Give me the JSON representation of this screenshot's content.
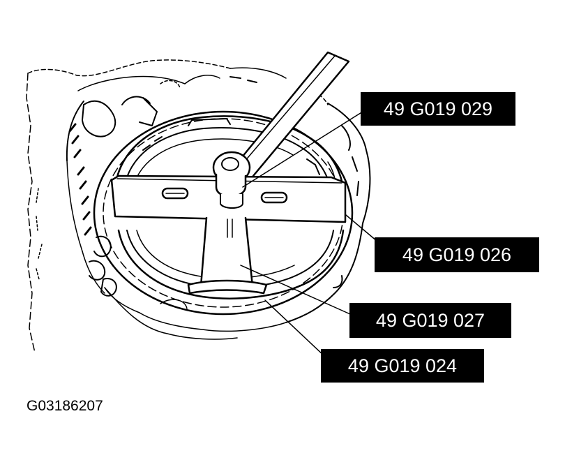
{
  "callouts": [
    {
      "id": "029",
      "text": "49 G019 029"
    },
    {
      "id": "026",
      "text": "49 G019 026"
    },
    {
      "id": "027",
      "text": "49 G019 027"
    },
    {
      "id": "024",
      "text": "49 G019 024"
    }
  ],
  "figure_id": "G03186207",
  "colors": {
    "ink": "#000000",
    "label_bg": "#000000",
    "label_text": "#ffffff",
    "background": "#ffffff"
  }
}
